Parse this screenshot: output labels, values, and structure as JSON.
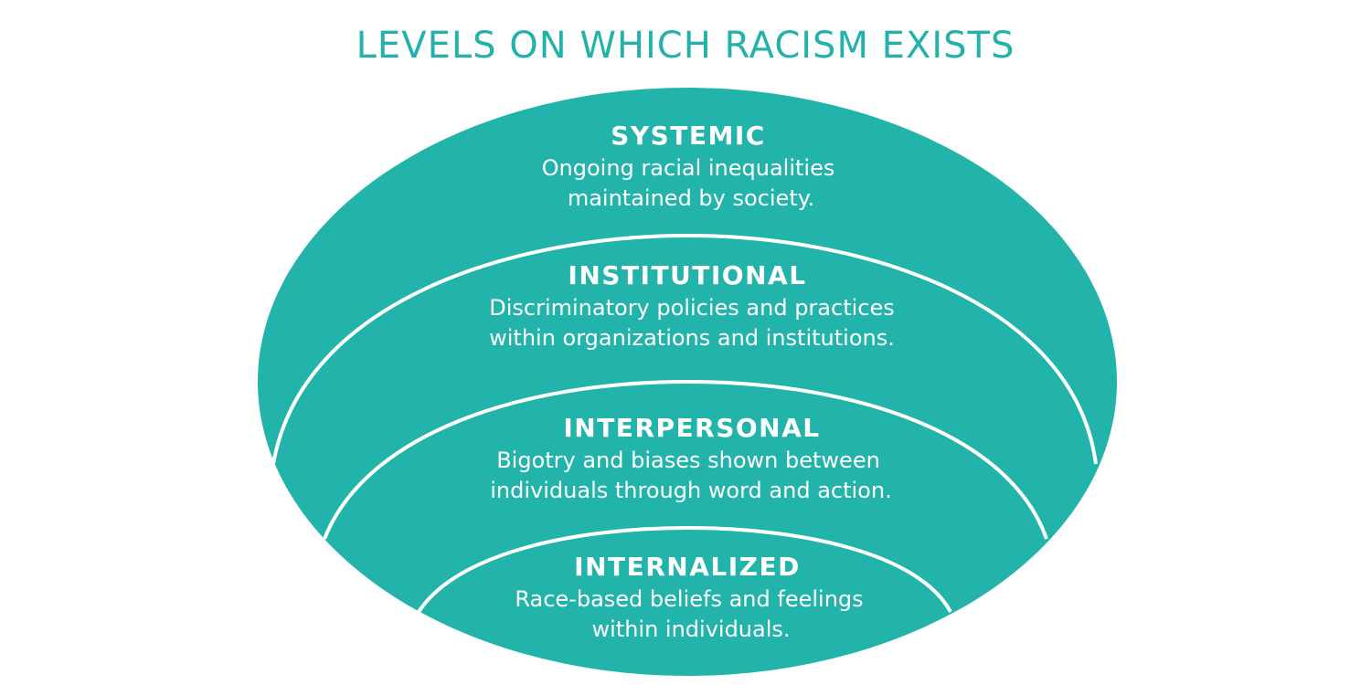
{
  "title": "LEVELS ON WHICH RACISM EXISTS",
  "colors": {
    "title": "#23b2aa",
    "fill": "#22b3ab",
    "divider": "#ffffff",
    "text": "#ffffff"
  },
  "levels": [
    {
      "name": "SYSTEMIC",
      "description_lines": [
        "Ongoing racial inequalities",
        "maintained by society."
      ]
    },
    {
      "name": "INSTITUTIONAL",
      "description_lines": [
        "Discriminatory policies and practices",
        "within organizations and institutions."
      ]
    },
    {
      "name": "INTERPERSONAL",
      "description_lines": [
        "Bigotry and biases shown between",
        "individuals through word and action."
      ]
    },
    {
      "name": "INTERNALIZED",
      "description_lines": [
        "Race-based beliefs and feelings",
        "within individuals."
      ]
    }
  ]
}
